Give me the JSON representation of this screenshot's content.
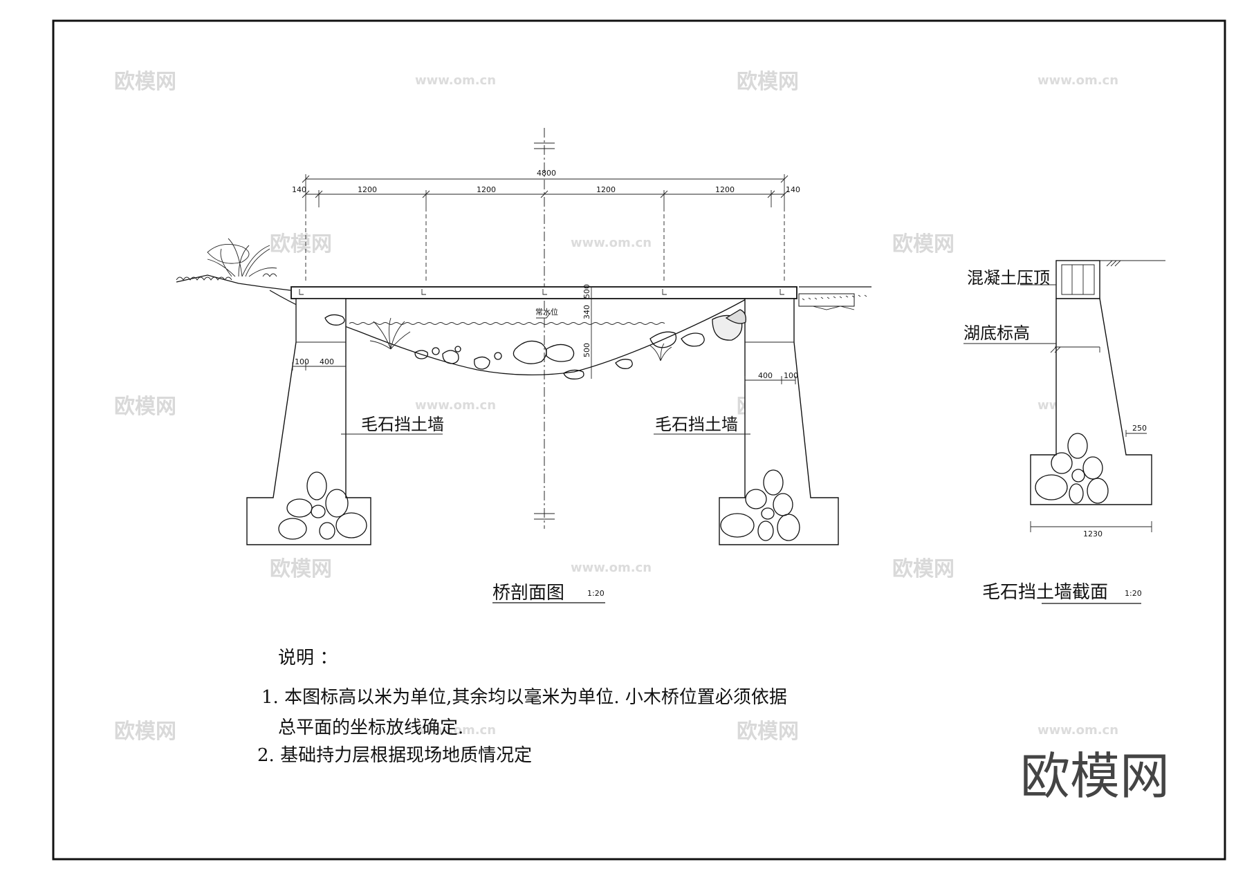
{
  "drawing": {
    "bridge_section": {
      "title": "桥剖面图",
      "scale": "1:20",
      "overall_dim": "4800",
      "span_dims": [
        "140",
        "1200",
        "1200",
        "1200",
        "1200",
        "140"
      ],
      "depth_dims": [
        "500",
        "340",
        "500"
      ],
      "water_label": "常水位",
      "abutment_dims_left": [
        "100",
        "400"
      ],
      "abutment_dims_right": [
        "400",
        "100"
      ],
      "wall_label_left": "毛石挡土墙",
      "wall_label_right": "毛石挡土墙"
    },
    "wall_section": {
      "title": "毛石挡土墙截面",
      "scale": "1:20",
      "label_top": "混凝土压顶",
      "label_bottom": "湖底标高",
      "dim_step": "250",
      "dim_base": "1230"
    }
  },
  "notes": {
    "heading": "说明 ：",
    "line1": "1. 本图标高以米为单位,其余均以毫米为单位. 小木桥位置必须依据",
    "line1b": "总平面的坐标放线确定.",
    "line2": "2. 基础持力层根据现场地质情况定"
  },
  "watermark": {
    "brand": "欧模网",
    "url": "www.om.cn"
  }
}
